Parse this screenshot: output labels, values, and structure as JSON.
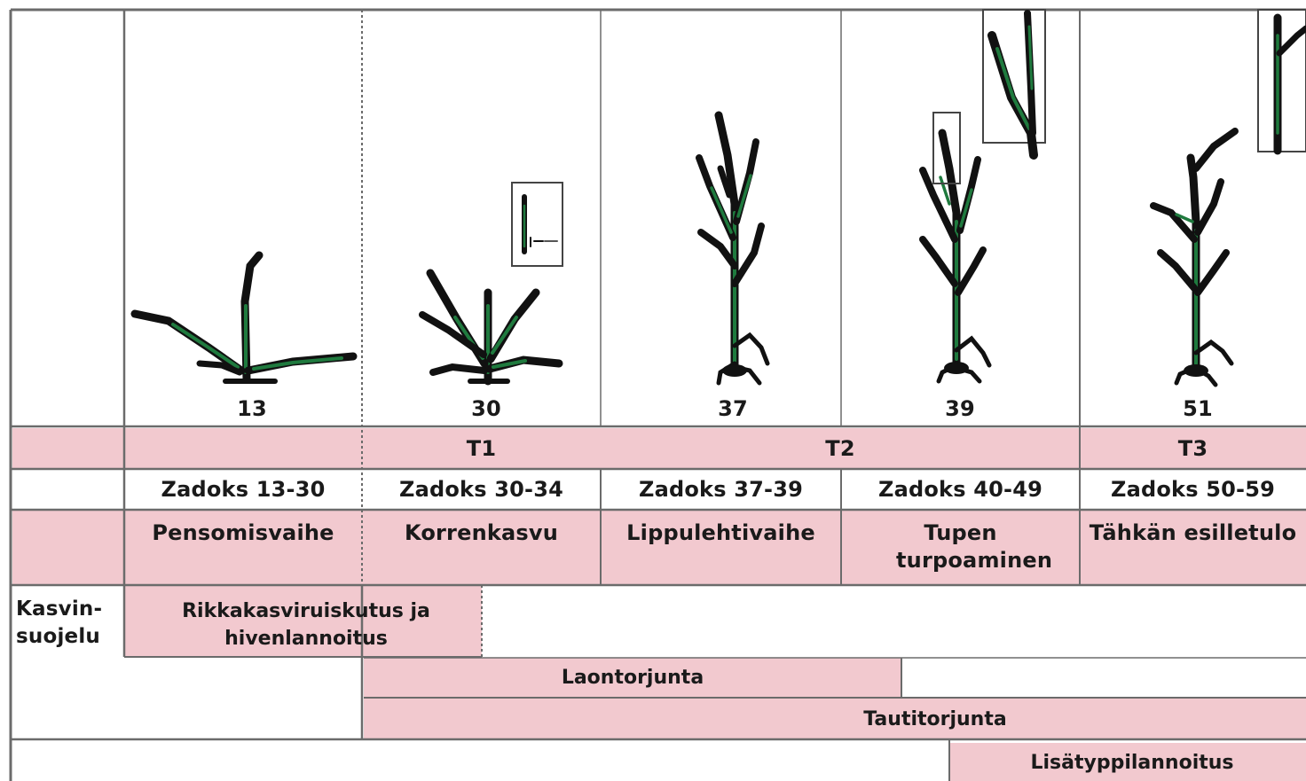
{
  "stages": [
    {
      "code": "13"
    },
    {
      "code": "30"
    },
    {
      "code": "37"
    },
    {
      "code": "39"
    },
    {
      "code": "51"
    }
  ],
  "treatments": {
    "t1": "T1",
    "t2": "T2",
    "t3": "T3"
  },
  "zadoks": [
    "Zadoks 13-30",
    "Zadoks 30-34",
    "Zadoks 37-39",
    "Zadoks 40-49",
    "Zadoks 50-59"
  ],
  "phases": [
    "Pensomisvaihe",
    "Korrenkasvu",
    "Lippulehtivaihe",
    "Tupen turpoaminen",
    "Tähkän esilletulo"
  ],
  "row_label": "Kasvin-suojelu",
  "bars": {
    "weed": "Rikkakasviruiskutus ja hivenlannoitus",
    "lodging": "Laontorjunta",
    "disease": "Tautitorjunta",
    "nitrogen": "Lisätyppilannoitus"
  },
  "colors": {
    "pink": "#f2c9cf",
    "plant_green": "#1f7a3e",
    "plant_dark": "#111111"
  }
}
